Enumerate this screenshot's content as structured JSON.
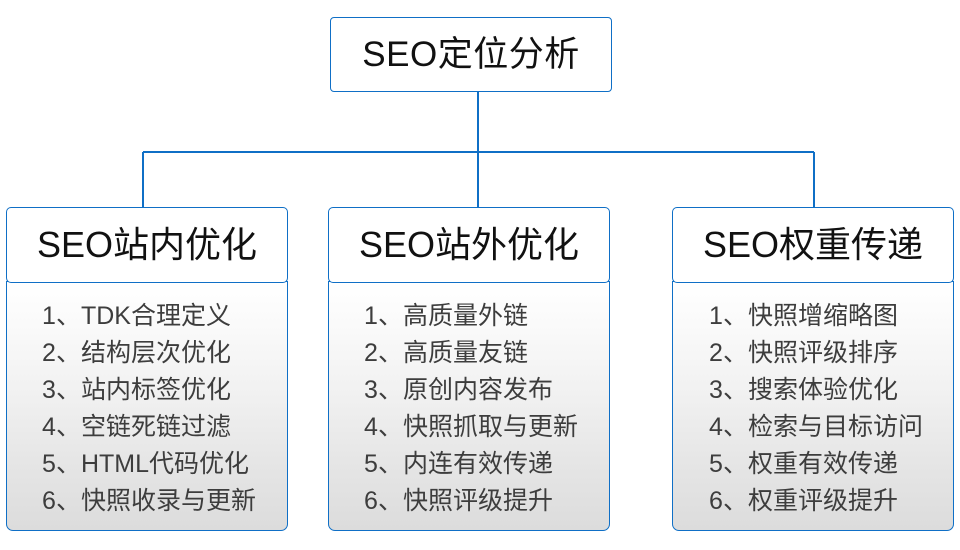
{
  "diagram": {
    "type": "org-chart",
    "root": {
      "title": "SEO定位分析"
    },
    "branches": [
      {
        "id": "onsite",
        "title": "SEO站内优化",
        "items": [
          "1、TDK合理定义",
          "2、结构层次优化",
          "3、站内标签优化",
          "4、空链死链过滤",
          "5、HTML代码优化",
          "6、快照收录与更新"
        ]
      },
      {
        "id": "offsite",
        "title": "SEO站外优化",
        "items": [
          "1、高质量外链",
          "2、高质量友链",
          "3、原创内容发布",
          "4、快照抓取与更新",
          "5、内连有效传递",
          "6、快照评级提升"
        ]
      },
      {
        "id": "weight",
        "title": "SEO权重传递",
        "items": [
          "1、快照增缩略图",
          "2、快照评级排序",
          "3、搜索体验优化",
          "4、检索与目标访问",
          "5、权重有效传递",
          "6、权重评级提升"
        ]
      }
    ],
    "colors": {
      "border": "#0f6fc6",
      "connector": "#0f6fc6",
      "header_fill": "#ffffff",
      "body_fill_top": "#ffffff",
      "body_fill_bottom": "#dcdcdc",
      "title_text": "#111111",
      "item_text": "#3d3d3d"
    }
  }
}
